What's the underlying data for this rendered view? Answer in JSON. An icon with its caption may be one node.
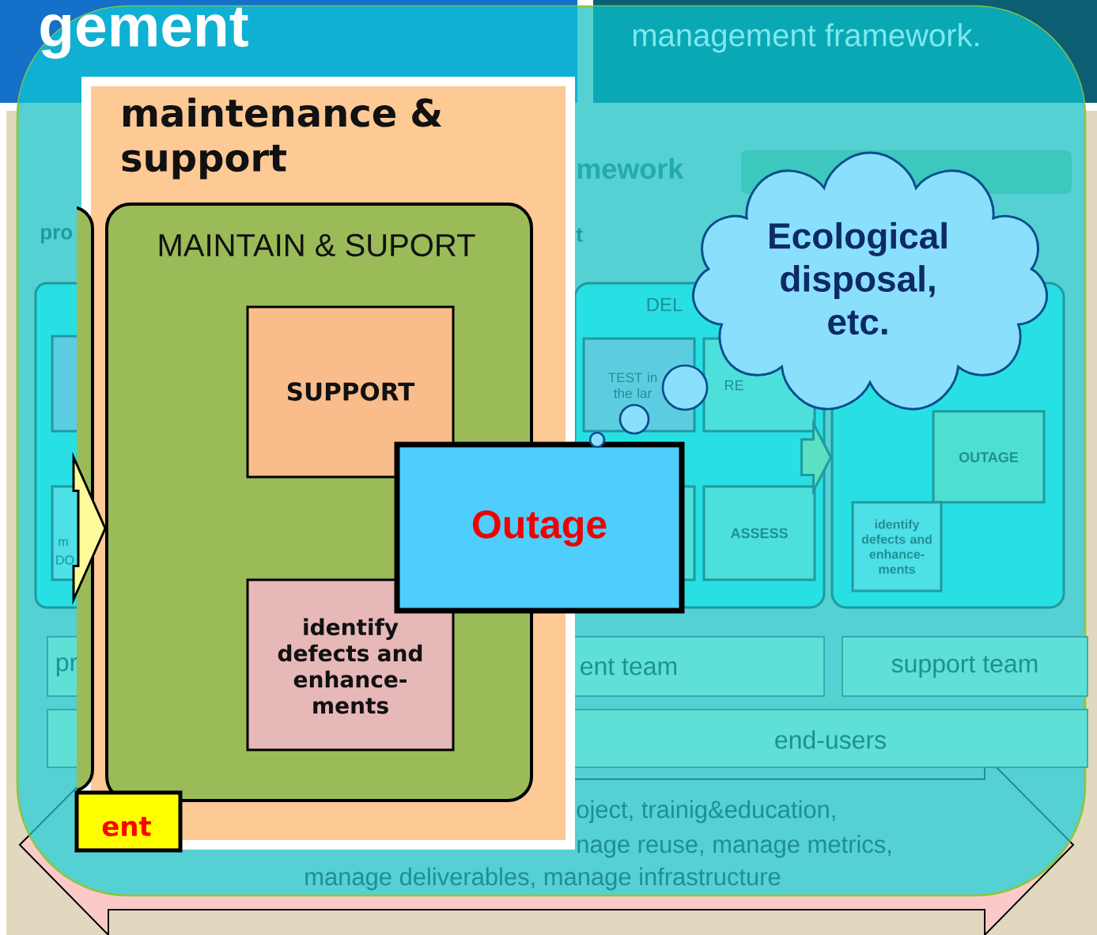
{
  "diagram": {
    "nodes": [
      {
        "text": [
          "maintenance & support"
        ]
      },
      {
        "text": [
          "MAINTAIN & SUPORT"
        ],
        "in": 0
      },
      {
        "text": [
          "SUPPORT"
        ],
        "in": 1
      },
      {
        "text": [
          "identify defects and enhance- ments"
        ],
        "in": 1
      },
      {
        "text": [
          "ent"
        ]
      },
      {
        "text": [
          "Outage"
        ]
      },
      {
        "text": [
          "Ecological disposal, etc."
        ]
      },
      {
        "text": [
          "DEL"
        ]
      },
      {
        "text": [
          "TEST in the lar"
        ],
        "in": 7
      },
      {
        "text": [
          "RE"
        ],
        "in": 7
      },
      {
        "text": [
          "ASSESS"
        ],
        "in": 7
      },
      {
        "text": [],
        "shape": "box"
      },
      {
        "text": [
          "OUTAGE"
        ],
        "in": 11
      },
      {
        "text": [
          "identify defects and enhance- ments"
        ],
        "in": 11
      },
      {
        "text": [
          "pr",
          "ent team"
        ]
      },
      {
        "text": [
          "support team"
        ]
      },
      {
        "text": [
          "end-users"
        ]
      },
      {
        "text": [],
        "shape": "box"
      },
      {
        "text": [],
        "shape": "box",
        "in": 17
      },
      {
        "text": [
          "m",
          "DO"
        ],
        "in": 17
      },
      {
        "text": [],
        "shape": "box",
        "in": 7
      }
    ],
    "edges": [
      {
        "from": 7,
        "to": 11,
        "arrow": "to"
      },
      {
        "from": null,
        "to": 1,
        "arrow": "to"
      }
    ],
    "labels": [
      "gement",
      "management framework.",
      "mework",
      "pro",
      "t",
      "oject, trainig&education,",
      "nage reuse, manage metrics,",
      "manage deliverables, manage infrastructure"
    ]
  }
}
